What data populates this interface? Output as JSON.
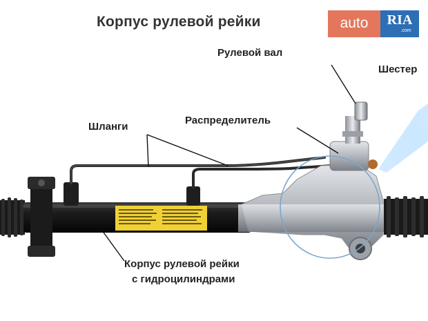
{
  "title": "Корпус рулевой рейки",
  "logo": {
    "part1": "auto",
    "part2": "RIA",
    "domain": ".com"
  },
  "labels": {
    "steering_shaft": "Рулевой вал",
    "gear": "Шестер",
    "distributor": "Распределитель",
    "hoses": "Шланги",
    "rack_body_line1": "Корпус рулевой рейки",
    "rack_body_line2": "с гидроцилиндрами"
  },
  "colors": {
    "rack_body": "#151515",
    "sticker": "#f0d035",
    "housing": "#b8bcc2",
    "highlight_circle": "#7aa6cc",
    "zoom_beam": "#bfe3ff",
    "logo_auto": "#e3765c",
    "logo_ria": "#2d6fb5"
  }
}
